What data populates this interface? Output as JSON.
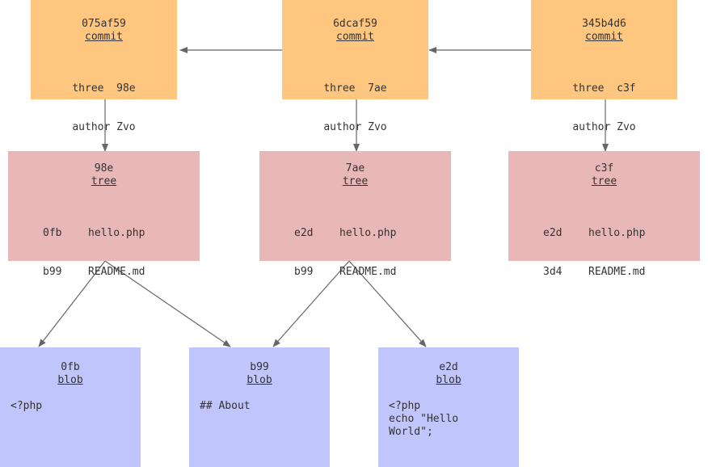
{
  "colors": {
    "commit": "#ffc680",
    "tree": "#e8b7b7",
    "blob": "#c0c5fb",
    "arrow": "#666666",
    "text": "#333333"
  },
  "commits": [
    {
      "id": "075af59",
      "type": "commit",
      "line1": "three  98e",
      "line2": "author Zvo"
    },
    {
      "id": "6dcaf59",
      "type": "commit",
      "line1": "three  7ae",
      "line2": "author Zvo"
    },
    {
      "id": "345b4d6",
      "type": "commit",
      "line1": "three  c3f",
      "line2": "author Zvo"
    }
  ],
  "trees": [
    {
      "id": "98e",
      "type": "tree",
      "entries": [
        {
          "hash": "0fb",
          "name": "hello.php"
        },
        {
          "hash": "b99",
          "name": "README.md"
        }
      ]
    },
    {
      "id": "7ae",
      "type": "tree",
      "entries": [
        {
          "hash": "e2d",
          "name": "hello.php"
        },
        {
          "hash": "b99",
          "name": "README.md"
        }
      ]
    },
    {
      "id": "c3f",
      "type": "tree",
      "entries": [
        {
          "hash": "e2d",
          "name": "hello.php"
        },
        {
          "hash": "3d4",
          "name": "README.md"
        }
      ]
    }
  ],
  "blobs": [
    {
      "id": "0fb",
      "type": "blob",
      "content": "<?php"
    },
    {
      "id": "b99",
      "type": "blob",
      "content": "## About"
    },
    {
      "id": "e2d",
      "type": "blob",
      "content": "<?php\necho \"Hello World\";"
    }
  ]
}
